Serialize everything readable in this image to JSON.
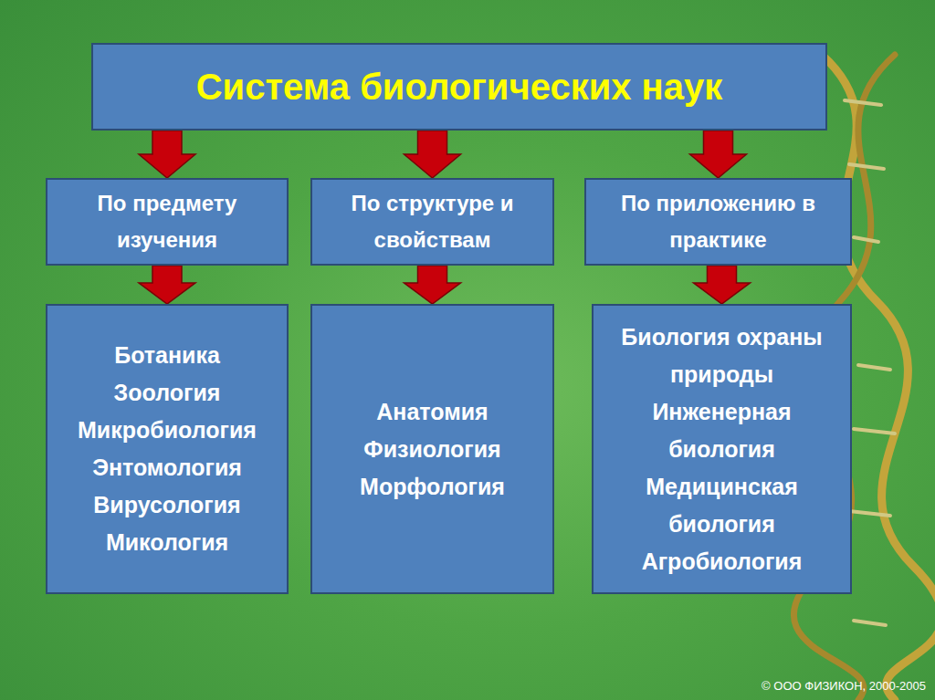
{
  "diagram": {
    "nodes": [
      {
        "text": [
          "Система биологических наук"
        ]
      },
      {
        "text": [
          "По предмету изучения"
        ]
      },
      {
        "text": [
          "По структуре и свойствам"
        ]
      },
      {
        "text": [
          "По приложению в практике"
        ]
      },
      {
        "text": [
          "Ботаника",
          "Зоология",
          "Микробиология",
          "Энтомология",
          "Вирусология",
          "Микология"
        ]
      },
      {
        "text": [
          "Анатомия",
          "Физиология",
          "Морфология"
        ]
      },
      {
        "text": [
          "Биология охраны природы",
          "Инженерная биология",
          "Медицинская биология",
          "Агробиология"
        ]
      }
    ],
    "edges": [
      {
        "from": 0,
        "to": 1,
        "arrow": "to"
      },
      {
        "from": 0,
        "to": 2,
        "arrow": "to"
      },
      {
        "from": 0,
        "to": 3,
        "arrow": "to"
      },
      {
        "from": 1,
        "to": 4,
        "arrow": "to"
      },
      {
        "from": 2,
        "to": 5,
        "arrow": "to"
      },
      {
        "from": 3,
        "to": 6,
        "arrow": "to"
      }
    ],
    "labels": [
      "© ООО ФИЗИКОН, 2000-2005"
    ]
  }
}
